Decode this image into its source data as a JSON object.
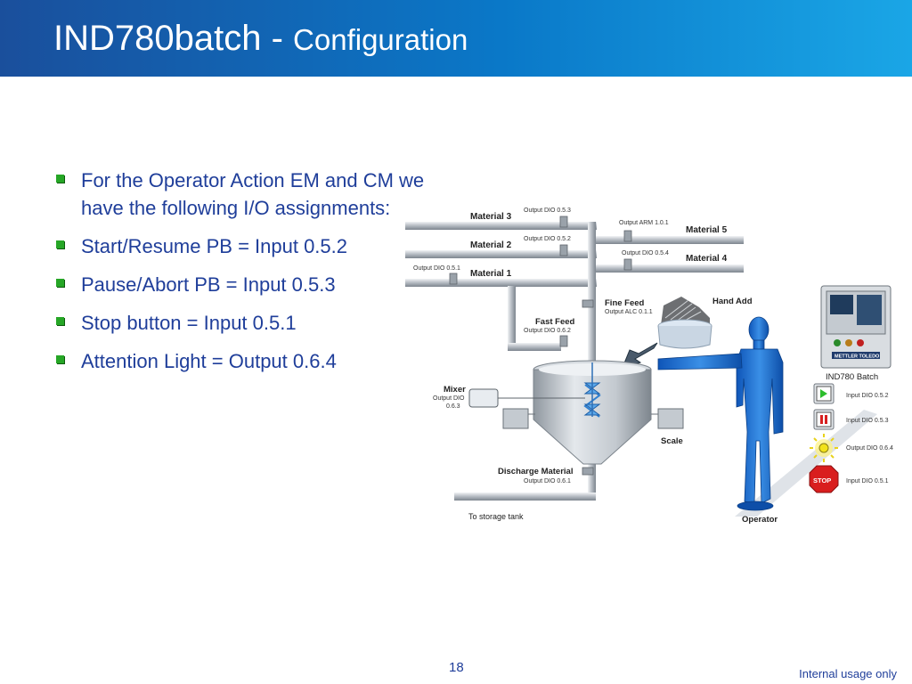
{
  "slide": {
    "title_main": "IND780batch - ",
    "title_sub": "Configuration",
    "page_number": "18",
    "footer_note": "Internal usage only"
  },
  "bullets": [
    "For the Operator Action EM and CM we have the following I/O assignments:",
    "Start/Resume PB = Input 0.5.2",
    "Pause/Abort PB = Input 0.5.3",
    "Stop button = Input 0.5.1",
    "Attention Light = Output 0.6.4"
  ],
  "diagram": {
    "material3": "Material 3",
    "material2": "Material 2",
    "material1": "Material 1",
    "material5": "Material 5",
    "material4": "Material 4",
    "dio_053": "Output DIO 0.5.3",
    "dio_052": "Output DIO 0.5.2",
    "dio_051": "Output DIO 0.5.1",
    "arm_101": "Output ARM 1.0.1",
    "dio_054": "Output DIO 0.5.4",
    "fine_feed": "Fine Feed",
    "alc_011": "Output ALC 0.1.1",
    "fast_feed": "Fast Feed",
    "dio_062": "Output DIO 0.6.2",
    "hand_add": "Hand Add",
    "mixer": "Mixer",
    "mixer_out1": "Output DIO",
    "mixer_out2": "0.6.3",
    "scale": "Scale",
    "discharge": "Discharge Material",
    "dio_061": "Output DIO 0.6.1",
    "storage": "To storage tank",
    "operator": "Operator",
    "terminal_label": "IND780 Batch",
    "brand": "METTLER TOLEDO",
    "in_052": "Input DIO 0.5.2",
    "in_053": "Input DIO 0.5.3",
    "out_064": "Output DIO 0.6.4",
    "in_051": "Input DIO 0.5.1",
    "stop_text": "STOP"
  }
}
